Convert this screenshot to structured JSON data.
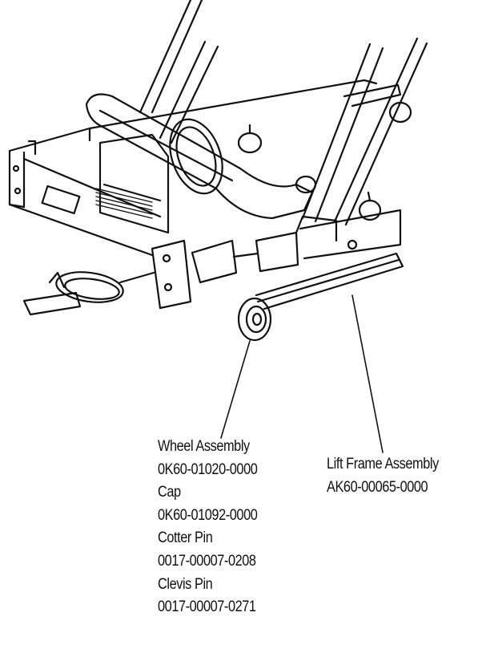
{
  "callouts": {
    "wheel": {
      "lines": [
        "Wheel Assembly",
        "0K60-01020-0000",
        "Cap",
        "0K60-01092-0000",
        "Cotter Pin",
        "0017-00007-0208",
        "Clevis Pin",
        "0017-00007-0271"
      ]
    },
    "lift_frame": {
      "lines": [
        "Lift Frame Assembly",
        "AK60-00065-0000"
      ]
    }
  }
}
